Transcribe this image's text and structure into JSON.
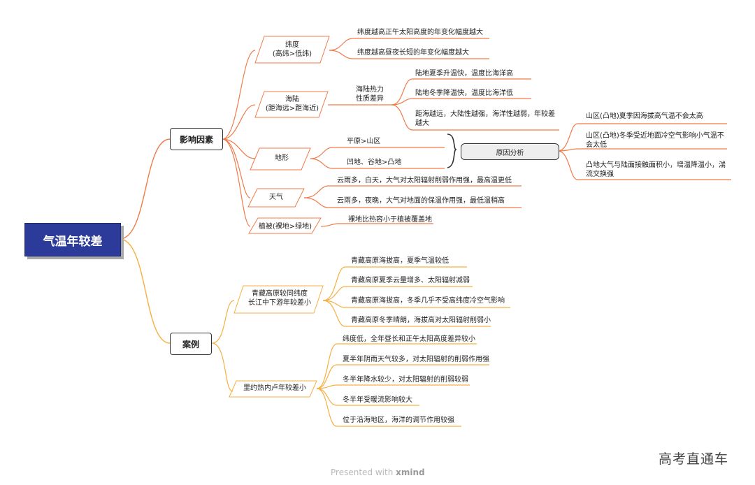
{
  "root": {
    "label": "气温年较差"
  },
  "main": {
    "factors": {
      "label": "影响因素"
    },
    "cases": {
      "label": "案例"
    }
  },
  "factors": {
    "latitude": {
      "label": "纬度\n(高纬>低纬)",
      "leaves": [
        "纬度越高正午太阳高度的年变化幅度越大",
        "纬度越高昼夜长短的年变化幅度越大"
      ]
    },
    "landsea": {
      "label": "海陆\n(距海远>距海近)",
      "sub": "海陆热力\n性质差异",
      "leaves": [
        "陆地夏季升温快，温度比海洋高",
        "陆地冬季降温快，温度比海洋低",
        "距海越远，大陆性越强，海洋性越弱，年较差越大"
      ]
    },
    "terrain": {
      "label": "地形",
      "leaves": [
        "平原>山区",
        "凹地、谷地>凸地"
      ],
      "reason_label": "原因分析",
      "reasons": [
        "山区(凸地)夏季因海拔高气温不会太高",
        "山区(凸地)冬季受近地面冷空气影响小气温不会太低",
        "凸地大气与陆面接触面积小，增温降温小，湍流交换强"
      ]
    },
    "weather": {
      "label": "天气",
      "leaves": [
        "云雨多，白天，大气对太阳辐射削弱作用强，最高温更低",
        "云雨多，夜晚，大气对地面的保温作用强，最低温稍高"
      ]
    },
    "vegetation": {
      "label": "植被(裸地>绿地)",
      "leaves": [
        "裸地比热容小于植被覆盖地"
      ]
    }
  },
  "cases": {
    "qinghai": {
      "label": "青藏高原较同纬度\n长江中下游年较差小",
      "leaves": [
        "青藏高原海拔高，夏季气温较低",
        "青藏高原夏季云量增多、太阳辐射减弱",
        "青藏高原海拔高，冬季几乎不受高纬度冷空气影响",
        "青藏高原冬季晴朗，海拔高对太阳辐射削弱小"
      ]
    },
    "rio": {
      "label": "里约热内卢年较差小",
      "leaves": [
        "纬度低，全年昼长和正午太阳高度差异较小",
        "夏半年阴雨天气较多，对太阳辐射的削弱作用强",
        "冬半年降水较少，对太阳辐射的削弱较弱",
        "冬半年受暖流影响较大",
        "位于沿海地区，海洋的调节作用较强"
      ]
    }
  },
  "footer": {
    "presented": "Presented with",
    "brand_word": "xmind"
  },
  "watermark": "高考直通车",
  "colors": {
    "root_fill": "#2c3a9a",
    "upper_lines": "#f07b4a",
    "lower_lines": "#f5b041",
    "reason_lines": "#6b6b6b"
  }
}
